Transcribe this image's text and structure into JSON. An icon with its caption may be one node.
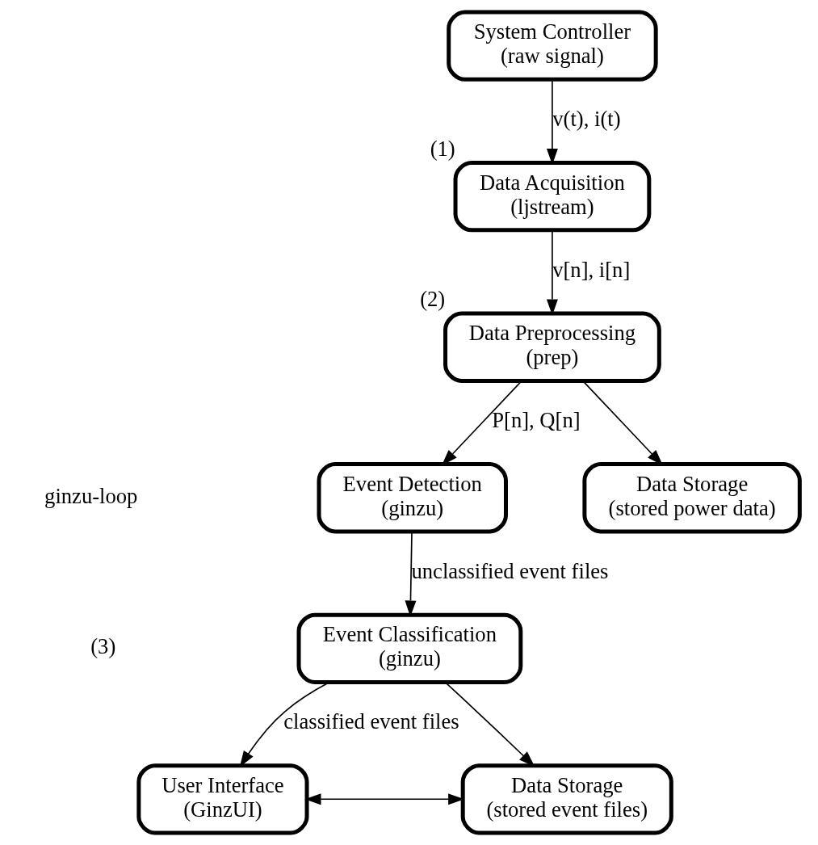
{
  "diagram": {
    "nodes": [
      {
        "text": [
          "System Controller",
          "(raw signal)"
        ]
      },
      {
        "text": [
          "Data Acquisition",
          "(ljstream)"
        ],
        "beside": [
          "(1)"
        ]
      },
      {
        "text": [
          "Data Preprocessing",
          "(prep)"
        ],
        "beside": [
          "(2)"
        ]
      },
      {
        "text": [
          "Event Detection",
          "(ginzu)"
        ]
      },
      {
        "text": [
          "Data Storage",
          "(stored power data)"
        ]
      },
      {
        "text": [
          "Event Classification",
          "(ginzu)"
        ]
      },
      {
        "text": [
          "User Interface",
          "(GinzUI)"
        ]
      },
      {
        "text": [
          "Data Storage",
          "(stored event files)"
        ]
      }
    ],
    "edges": [
      {
        "from": 0,
        "to": 1,
        "arrow": "to",
        "label": "v(t), i(t)"
      },
      {
        "from": 1,
        "to": 2,
        "arrow": "to",
        "label": "v[n], i[n]"
      },
      {
        "from": 2,
        "to": 3,
        "arrow": "to",
        "label": "P[n], Q[n]"
      },
      {
        "from": 2,
        "to": 4,
        "arrow": "to"
      },
      {
        "from": 3,
        "to": 5,
        "arrow": "to",
        "label": "unclassified event files"
      },
      {
        "from": 5,
        "to": 6,
        "arrow": "to",
        "label": "classified event files"
      },
      {
        "from": 5,
        "to": 7,
        "arrow": "to"
      },
      {
        "from": 6,
        "to": 7,
        "arrow": "both"
      }
    ],
    "labels": [
      "ginzu-loop",
      "(3)"
    ]
  }
}
